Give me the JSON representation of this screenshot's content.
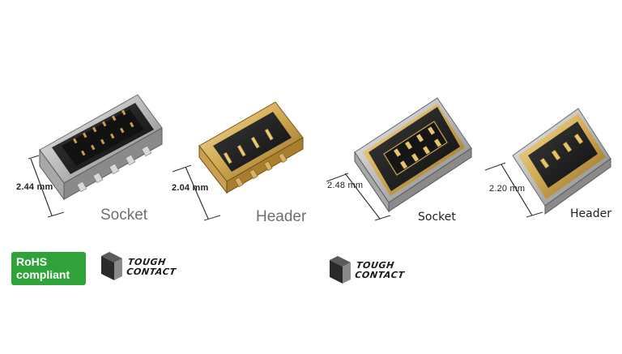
{
  "products": [
    {
      "dimension": "2.44 mm",
      "label": "Socket"
    },
    {
      "dimension": "2.04 mm",
      "label": "Header"
    },
    {
      "dimension": "2.48 mm",
      "label": "Socket"
    },
    {
      "dimension": "2.20 mm",
      "label": "Header"
    }
  ],
  "badges": {
    "rohs": {
      "line1": "RoHS",
      "line2": "compliant",
      "color": "#2fa33a"
    },
    "tough_contact": [
      {
        "line1": "TOUGH",
        "line2": "CONTACT"
      },
      {
        "line1": "TOUGH",
        "line2": "CONTACT"
      }
    ]
  },
  "colors": {
    "gold": "#c9a04a",
    "black_body": "#1b1b1b",
    "silver_frame": "#c8c8c8"
  }
}
